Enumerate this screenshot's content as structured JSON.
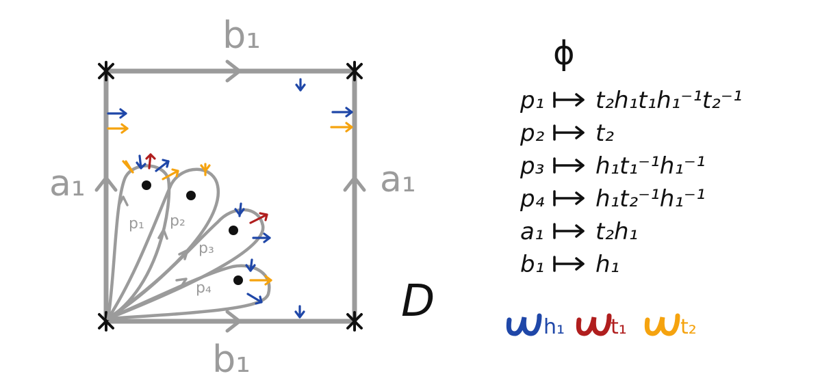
{
  "labels": {
    "b_top": "b₁",
    "b_bottom": "b₁",
    "a_left": "a₁",
    "a_right": "a₁",
    "p1": "p₁",
    "p2": "p₂",
    "p3": "p₃",
    "p4": "p₄",
    "region": "D"
  },
  "map": {
    "title": "ϕ",
    "rows": [
      {
        "lhs": "p₁",
        "rhs": "t₂h₁t₁h₁⁻¹t₂⁻¹"
      },
      {
        "lhs": "p₂",
        "rhs": "t₂"
      },
      {
        "lhs": "p₃",
        "rhs": "h₁t₁⁻¹h₁⁻¹"
      },
      {
        "lhs": "p₄",
        "rhs": "h₁t₂⁻¹h₁⁻¹"
      },
      {
        "lhs": "a₁",
        "rhs": "t₂h₁"
      },
      {
        "lhs": "b₁",
        "rhs": "h₁"
      }
    ]
  },
  "legend": [
    {
      "label": "h₁",
      "color": "#1f47a8"
    },
    {
      "label": "t₁",
      "color": "#b01e1e"
    },
    {
      "label": "t₂",
      "color": "#f5a30f"
    }
  ],
  "colors": {
    "h1": "#1f47a8",
    "t1": "#b01e1e",
    "t2": "#f5a30f",
    "edge": "#9b9b9b",
    "ink": "#111111"
  }
}
